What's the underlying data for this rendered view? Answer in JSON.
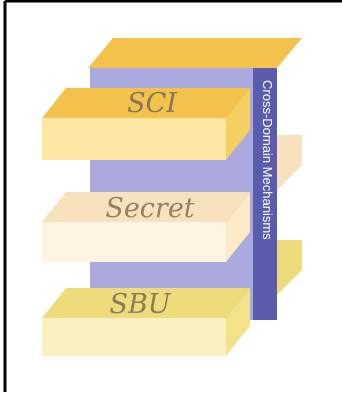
{
  "diagram": {
    "levels": [
      {
        "label": "SCI",
        "top_color": "#f5cf60",
        "front_color": "#fde7a2",
        "side_color": "#f2c24a",
        "text_color": "#8a7460"
      },
      {
        "label": "Secret",
        "top_color": "#fbe9c8",
        "front_color": "#fef4e2",
        "side_color": "#f8e1bd",
        "text_color": "#948268"
      },
      {
        "label": "SBU",
        "top_color": "#f2e28a",
        "front_color": "#fbf1c0",
        "side_color": "#eedc7a",
        "text_color": "#8a7a5e"
      }
    ],
    "spine": {
      "label": "Cross-Domain Mechanisms",
      "front_color": "#aaaadf",
      "side_color": "#5c5cae",
      "text_color": "#ffffff"
    },
    "frame_color": "#000000"
  }
}
